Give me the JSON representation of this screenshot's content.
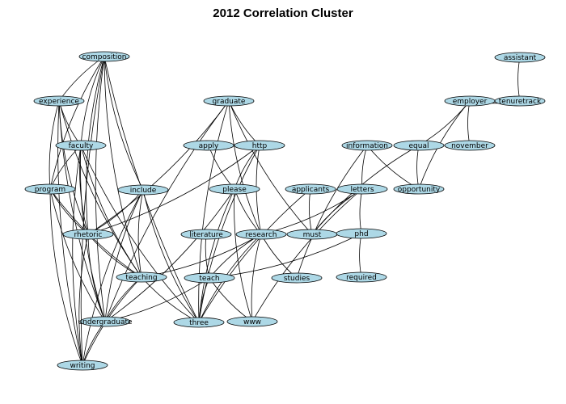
{
  "title": "2012 Correlation Cluster",
  "colors": {
    "node_fill": "#add8e6",
    "node_stroke": "#000000",
    "edge": "#000000"
  },
  "nodes": {
    "composition": {
      "label": "composition"
    },
    "experience": {
      "label": "experience"
    },
    "faculty": {
      "label": "faculty"
    },
    "program": {
      "label": "program"
    },
    "rhetoric": {
      "label": "rhetoric"
    },
    "include": {
      "label": "include"
    },
    "teaching": {
      "label": "teaching"
    },
    "undergraduate": {
      "label": "undergraduate"
    },
    "writing": {
      "label": "writing"
    },
    "graduate": {
      "label": "graduate"
    },
    "apply": {
      "label": "apply"
    },
    "http": {
      "label": "http"
    },
    "please": {
      "label": "please"
    },
    "applicants": {
      "label": "applicants"
    },
    "literature": {
      "label": "literature"
    },
    "research": {
      "label": "research"
    },
    "teach": {
      "label": "teach"
    },
    "three": {
      "label": "three"
    },
    "www": {
      "label": "www"
    },
    "studies": {
      "label": "studies"
    },
    "must": {
      "label": "must"
    },
    "information": {
      "label": "information"
    },
    "letters": {
      "label": "letters"
    },
    "phd": {
      "label": "phd"
    },
    "required": {
      "label": "required"
    },
    "equal": {
      "label": "equal"
    },
    "opportunity": {
      "label": "opportunity"
    },
    "employer": {
      "label": "employer"
    },
    "november": {
      "label": "november"
    },
    "assistant": {
      "label": "assistant"
    },
    "tenuretrack": {
      "label": "tenuretrack"
    }
  },
  "edges": [
    [
      "composition",
      "experience"
    ],
    [
      "composition",
      "faculty"
    ],
    [
      "composition",
      "program"
    ],
    [
      "composition",
      "rhetoric"
    ],
    [
      "composition",
      "include"
    ],
    [
      "composition",
      "teaching"
    ],
    [
      "composition",
      "undergraduate"
    ],
    [
      "composition",
      "writing"
    ],
    [
      "composition",
      "three"
    ],
    [
      "experience",
      "faculty"
    ],
    [
      "experience",
      "program"
    ],
    [
      "experience",
      "rhetoric"
    ],
    [
      "experience",
      "teaching"
    ],
    [
      "experience",
      "undergraduate"
    ],
    [
      "experience",
      "writing"
    ],
    [
      "faculty",
      "program"
    ],
    [
      "faculty",
      "rhetoric"
    ],
    [
      "faculty",
      "teaching"
    ],
    [
      "faculty",
      "undergraduate"
    ],
    [
      "faculty",
      "writing"
    ],
    [
      "faculty",
      "three"
    ],
    [
      "program",
      "rhetoric"
    ],
    [
      "program",
      "teaching"
    ],
    [
      "program",
      "undergraduate"
    ],
    [
      "program",
      "writing"
    ],
    [
      "rhetoric",
      "include"
    ],
    [
      "rhetoric",
      "teaching"
    ],
    [
      "rhetoric",
      "undergraduate"
    ],
    [
      "rhetoric",
      "writing"
    ],
    [
      "rhetoric",
      "graduate"
    ],
    [
      "rhetoric",
      "http"
    ],
    [
      "include",
      "teaching"
    ],
    [
      "include",
      "undergraduate"
    ],
    [
      "include",
      "writing"
    ],
    [
      "include",
      "three"
    ],
    [
      "teaching",
      "undergraduate"
    ],
    [
      "teaching",
      "writing"
    ],
    [
      "teaching",
      "three"
    ],
    [
      "teaching",
      "research"
    ],
    [
      "undergraduate",
      "writing"
    ],
    [
      "undergraduate",
      "teach"
    ],
    [
      "undergraduate",
      "please"
    ],
    [
      "graduate",
      "http"
    ],
    [
      "graduate",
      "research"
    ],
    [
      "graduate",
      "three"
    ],
    [
      "graduate",
      "must"
    ],
    [
      "graduate",
      "undergraduate"
    ],
    [
      "apply",
      "please"
    ],
    [
      "http",
      "please"
    ],
    [
      "http",
      "research"
    ],
    [
      "http",
      "three"
    ],
    [
      "please",
      "research"
    ],
    [
      "please",
      "three"
    ],
    [
      "please",
      "www"
    ],
    [
      "applicants",
      "must"
    ],
    [
      "applicants",
      "three"
    ],
    [
      "literature",
      "teach"
    ],
    [
      "research",
      "teach"
    ],
    [
      "research",
      "three"
    ],
    [
      "research",
      "www"
    ],
    [
      "research",
      "studies"
    ],
    [
      "research",
      "letters"
    ],
    [
      "teach",
      "www"
    ],
    [
      "teach",
      "three"
    ],
    [
      "teach",
      "phd"
    ],
    [
      "information",
      "letters"
    ],
    [
      "information",
      "opportunity"
    ],
    [
      "information",
      "studies"
    ],
    [
      "letters",
      "must"
    ],
    [
      "letters",
      "phd"
    ],
    [
      "letters",
      "www"
    ],
    [
      "phd",
      "required"
    ],
    [
      "equal",
      "opportunity"
    ],
    [
      "equal",
      "employer"
    ],
    [
      "equal",
      "must"
    ],
    [
      "employer",
      "november"
    ],
    [
      "employer",
      "tenuretrack"
    ],
    [
      "employer",
      "opportunity"
    ],
    [
      "assistant",
      "tenuretrack"
    ]
  ]
}
